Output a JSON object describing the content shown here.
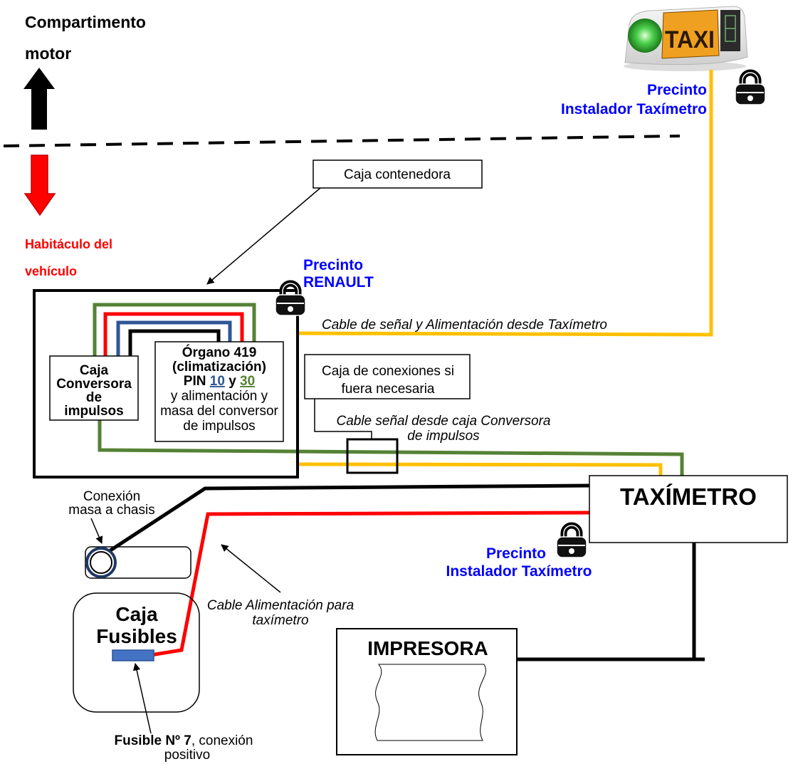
{
  "zones": {
    "engine_compartment": {
      "line1": "Compartimento",
      "line2": "motor"
    },
    "vehicle_cabin": {
      "line1": "Habitáculo del",
      "line2": "vehículo"
    }
  },
  "taxi_sign": {
    "label": "TAXI"
  },
  "seals": {
    "installer_top": {
      "line1": "Precinto",
      "line2": "Instalador Taxímetro"
    },
    "renault": {
      "line1": "Precinto",
      "line2": "RENAULT"
    },
    "installer_bottom": {
      "line1": "Precinto",
      "line2": "Instalador Taxímetro"
    }
  },
  "container_box_label": "Caja contenedora",
  "converter_box": {
    "line1": "Caja",
    "line2": "Conversora",
    "line3": "de",
    "line4": "impulsos"
  },
  "organ_box": {
    "line1": "Órgano 419",
    "line2": "(climatización)",
    "pin_prefix": "PIN",
    "pin_a": "10",
    "pin_join": "y",
    "pin_b": "30",
    "line4": "y alimentación y",
    "line5": "masa del conversor",
    "line6": "de impulsos"
  },
  "junction_box": {
    "line1": "Caja de conexiones si",
    "line2": "fuera necesaria"
  },
  "cables": {
    "signal_power_from_taximeter": "Cable de señal y Alimentación desde Taxímetro",
    "converter_signal": {
      "line1": "Cable señal desde caja Conversora",
      "line2": "de impulsos"
    },
    "taximeter_power": {
      "line1": "Cable Alimentación para",
      "line2": "taxímetro"
    }
  },
  "ground_connection": {
    "line1": "Conexión",
    "line2": "masa a chasis"
  },
  "taximeter": {
    "label": "TAXÍMETRO"
  },
  "fuse_box": {
    "line1": "Caja",
    "line2": "Fusibles"
  },
  "fuse_note": {
    "fuse": "Fusible Nº 7",
    "detail": ", conexión",
    "line2": "positivo"
  },
  "printer": {
    "label": "IMPRESORA"
  },
  "colors": {
    "seal_text": "#0000ff",
    "cabin_text": "#ff0000",
    "wire_green": "#548235",
    "wire_red": "#ff0000",
    "wire_blue": "#2f5597",
    "wire_black": "#000000",
    "wire_yellow": "#ffc000",
    "fuse": "#4472c4",
    "pin_10": "#2f5597",
    "pin_30": "#548235"
  },
  "icons": {
    "seal": "lock-icon",
    "roof_sign": "taxi-roof-sign-icon",
    "engine_arrow": "arrow-up-icon",
    "cabin_arrow": "arrow-down-icon"
  }
}
